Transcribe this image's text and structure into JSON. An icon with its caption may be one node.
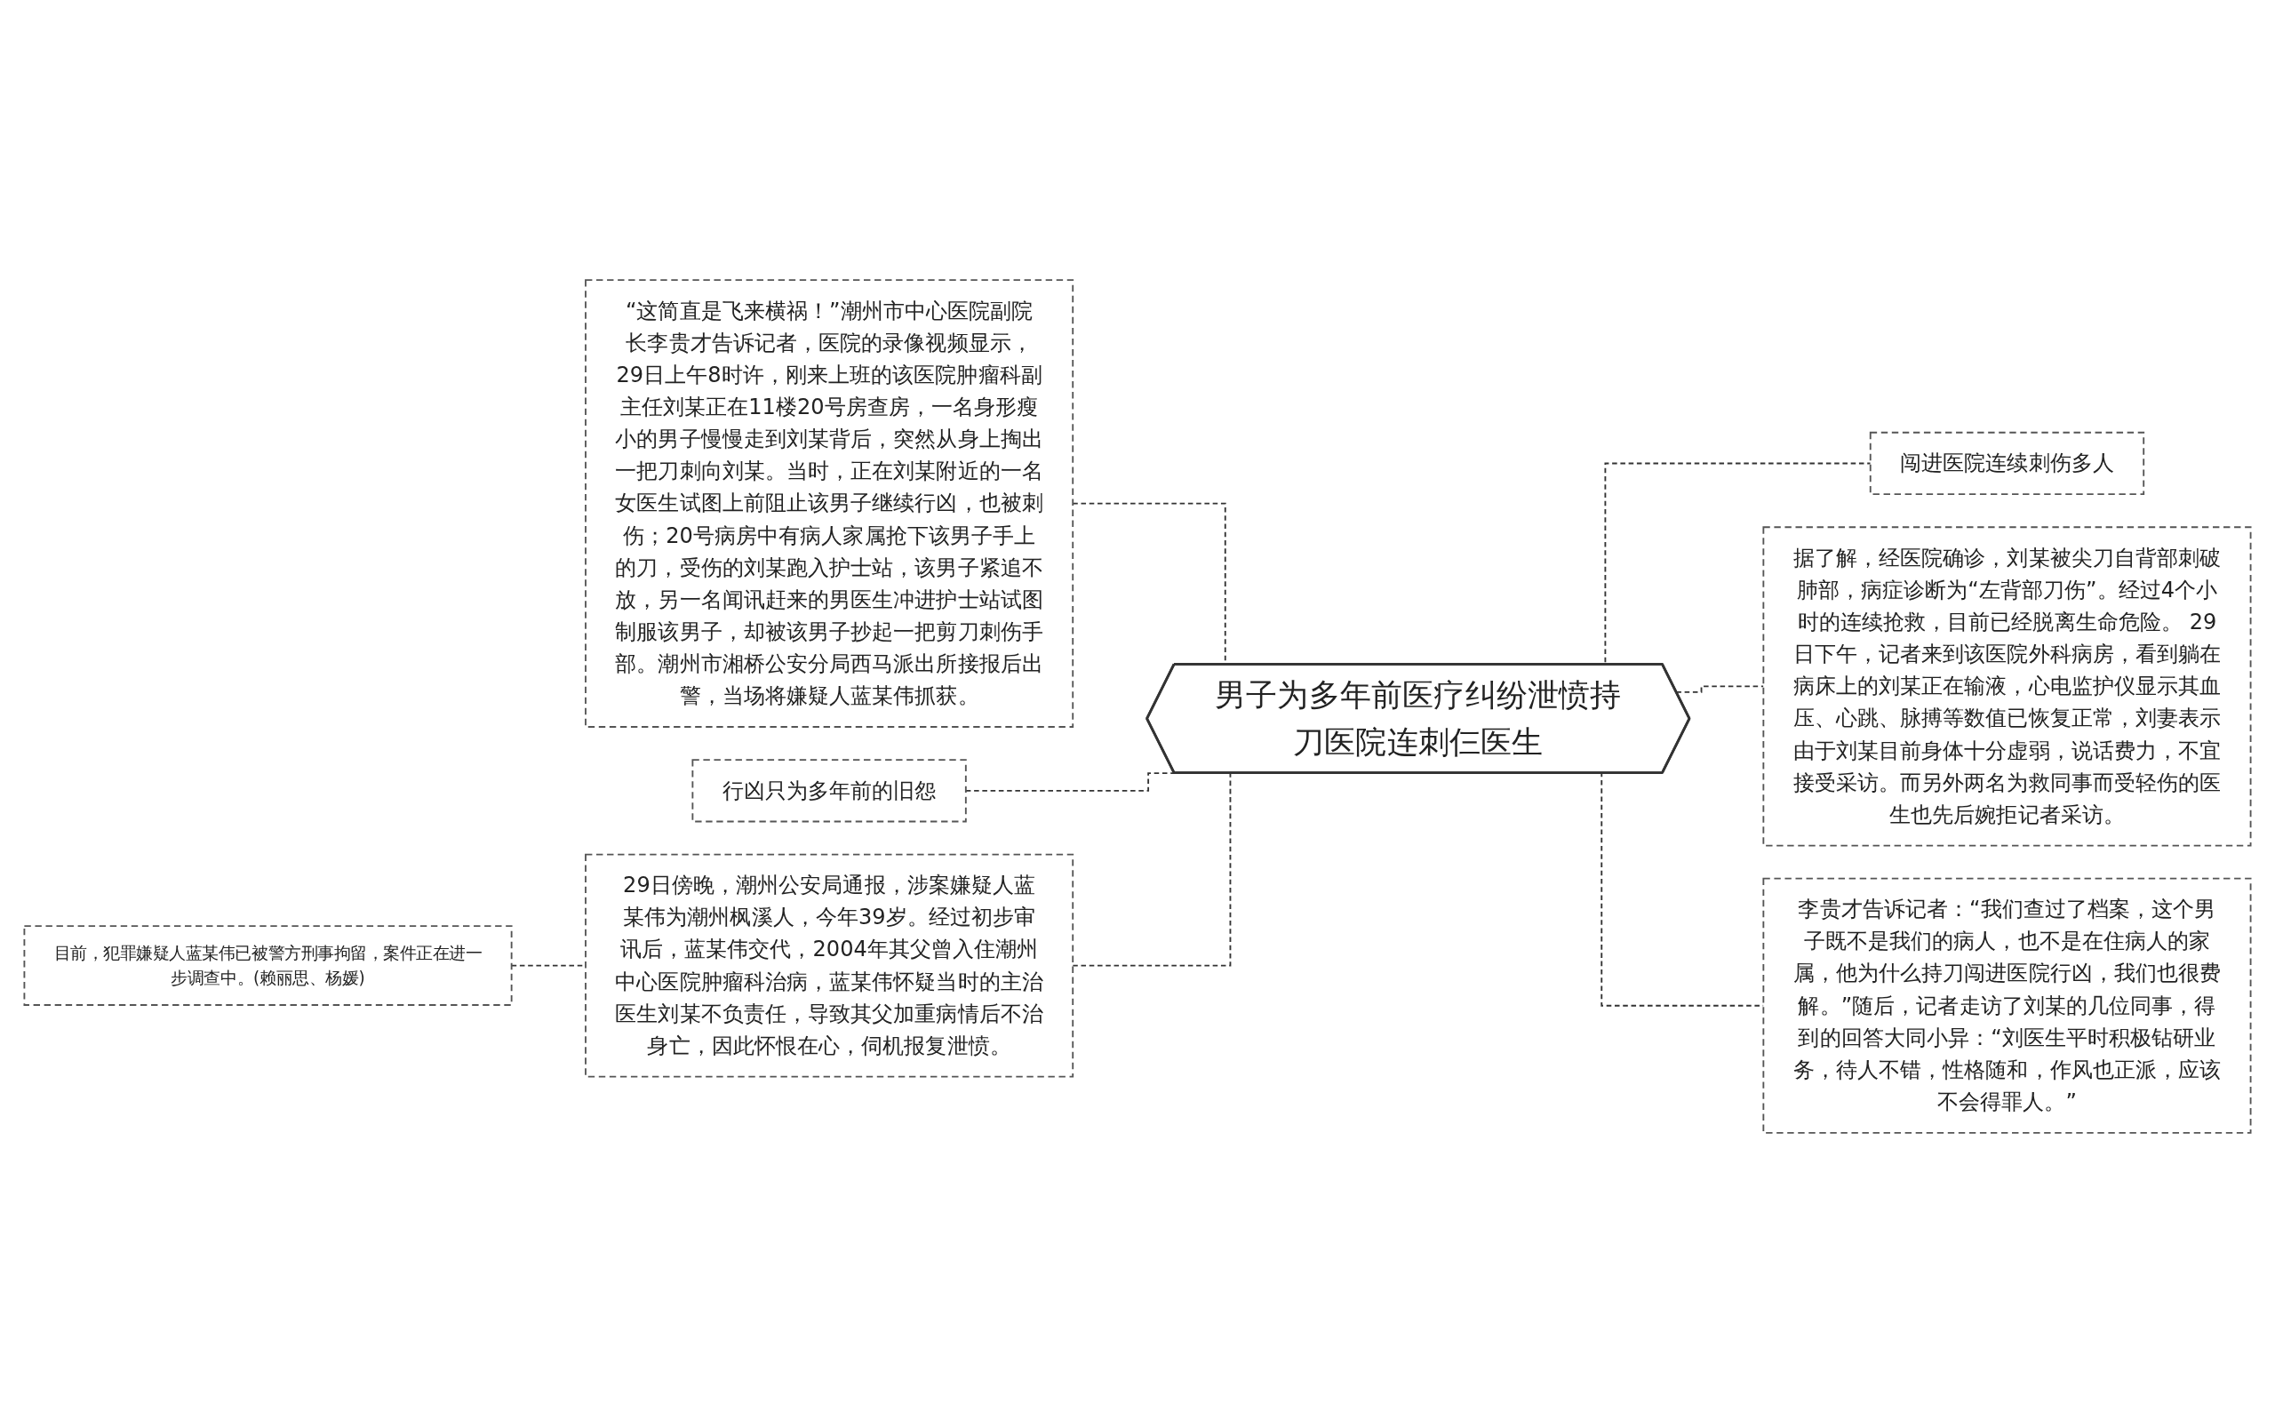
{
  "diagram": {
    "nodes": [
      {
        "text": [
          "男子为多年前医疗纠纷泄愤持刀医院连刺仨医生"
        ]
      },
      {
        "text": [
          "“这简直是飞来横祸！”潮州市中心医院副院长李贵才告诉记者，医院的录像视频显示，29日上午8时许，刚来上班的该医院肿瘤科副主任刘某正在11楼20号房查房，一名身形瘦小的男子慢慢走到刘某背后，突然从身上掏出一把刀刺向刘某。当时，正在刘某附近的一名女医生试图上前阻止该男子继续行凶，也被刺伤；20号病房中有病人家属抢下该男子手上的刀，受伤的刘某跑入护士站，该男子紧追不放，另一名闻讯赶来的男医生冲进护士站试图制服该男子，却被该男子抄起一把剪刀刺伤手部。潮州市湘桥公安分局西马派出所接报后出警，当场将嫌疑人蓝某伟抓获。"
        ]
      },
      {
        "text": [
          "行凶只为多年前的旧怨"
        ]
      },
      {
        "text": [
          "29日傍晚，潮州公安局通报，涉案嫌疑人蓝某伟为潮州枫溪人，今年39岁。经过初步审讯后，蓝某伟交代，2004年其父曾入住潮州中心医院肿瘤科治病，蓝某伟怀疑当时的主治医生刘某不负责任，导致其父加重病情后不治身亡，因此怀恨在心，伺机报复泄愤。"
        ]
      },
      {
        "text": [
          "目前，犯罪嫌疑人蓝某伟已被警方刑事拘留，案件正在进一步调查中。(赖丽思、杨媛)"
        ]
      },
      {
        "text": [
          "闯进医院连续刺伤多人"
        ]
      },
      {
        "text": [
          "据了解，经医院确诊，刘某被尖刀自背部刺破肺部，病症诊断为“左背部刀伤”。经过4个小时的连续抢救，目前已经脱离生命危险。 29日下午，记者来到该医院外科病房，看到躺在病床上的刘某正在输液，心电监护仪显示其血压、心跳、脉搏等数值已恢复正常，刘妻表示由于刘某目前身体十分虚弱，说话费力，不宜接受采访。而另外两名为救同事而受轻伤的医生也先后婉拒记者采访。"
        ]
      },
      {
        "text": [
          "李贵才告诉记者：“我们查过了档案，这个男子既不是我们的病人，也不是在住病人的家属，他为什么持刀闯进医院行凶，我们也很费解。”随后，记者走访了刘某的几位同事，得到的回答大同小异：“刘医生平时积极钻研业务，待人不错，性格随和，作风也正派，应该不会得罪人。”"
        ]
      }
    ],
    "edges": [
      {
        "from": 0,
        "to": 1,
        "arrow": "none",
        "style": "dashed"
      },
      {
        "from": 0,
        "to": 2,
        "arrow": "none",
        "style": "dashed"
      },
      {
        "from": 0,
        "to": 3,
        "arrow": "none",
        "style": "dashed"
      },
      {
        "from": 3,
        "to": 4,
        "arrow": "none",
        "style": "dashed"
      },
      {
        "from": 0,
        "to": 5,
        "arrow": "none",
        "style": "dashed"
      },
      {
        "from": 0,
        "to": 6,
        "arrow": "none",
        "style": "dashed"
      },
      {
        "from": 0,
        "to": 7,
        "arrow": "none",
        "style": "dashed"
      }
    ]
  }
}
